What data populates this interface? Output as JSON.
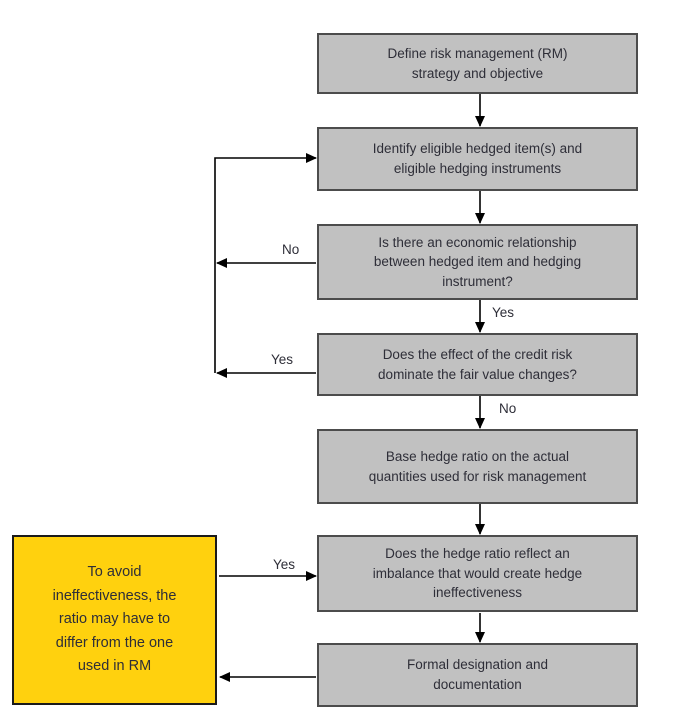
{
  "colors": {
    "process_fill": "#c1c1c1",
    "process_border": "#4c4c4c",
    "note_fill": "#ffd10e",
    "note_border": "#1a1a1a",
    "text": "#2e2e38",
    "connector": "#000000"
  },
  "nodes": {
    "define_rm": "Define risk management (RM)\nstrategy and objective",
    "identify": "Identify eligible hedged item(s) and\neligible hedging instruments",
    "economic_relationship": "Is there an economic relationship\nbetween hedged item and hedging\ninstrument?",
    "credit_risk": "Does the effect of the credit risk\ndominate the fair value changes?",
    "hedge_ratio": "Base hedge ratio on the actual\nquantities used for risk management",
    "imbalance": "Does the hedge ratio reflect an\nimbalance that would create hedge\nineffectiveness",
    "formal_designation": "Formal designation and\ndocumentation",
    "avoid_note": "To avoid\nineffectiveness, the\nratio may have to\ndiffer from the one\nused in RM"
  },
  "edge_labels": {
    "economic_yes": "Yes",
    "economic_no": "No",
    "credit_no": "No",
    "credit_yes": "Yes",
    "imbalance_yes": "Yes"
  }
}
